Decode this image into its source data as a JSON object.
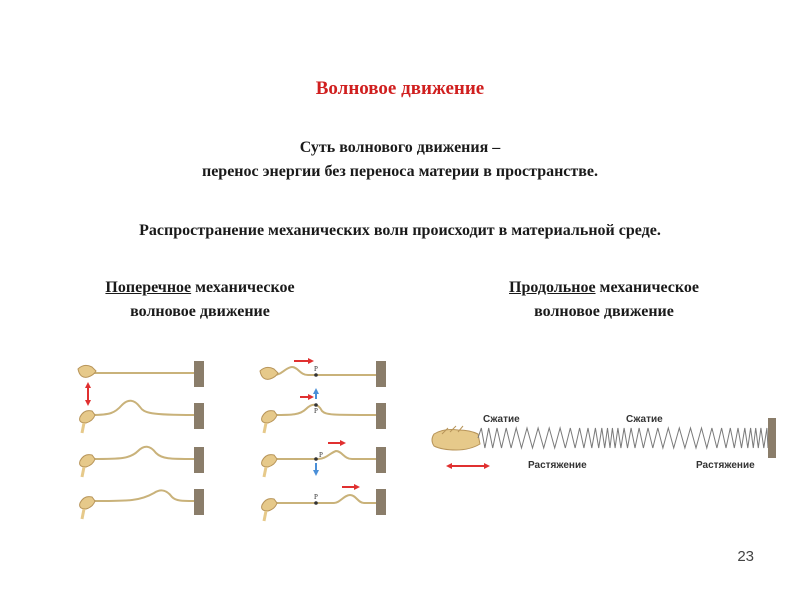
{
  "title": "Волновое движение",
  "essence": {
    "line1": "Суть волнового движения –",
    "line2": "перенос энергии без переноса материи в пространстве."
  },
  "media_statement": "Распространение механических волн происходит в материальной среде.",
  "transverse": {
    "underlined": "Поперечное",
    "rest_line1": " механическое",
    "line2": "волновое движение"
  },
  "longitudinal": {
    "underlined": "Продольное",
    "rest_line1": " механическое",
    "line2": "волновое движение",
    "labels": {
      "compression_1": "Сжатие",
      "compression_2": "Сжатие",
      "rarefaction_1": "Растяжение",
      "rarefaction_2": "Растяжение"
    }
  },
  "point_label": "P",
  "page_number": "23",
  "colors": {
    "title": "#d01f1f",
    "arrow_red": "#e03030",
    "arrow_blue": "#4a8fd8",
    "rope": "#c9b27a",
    "hand": "#e6c98a",
    "wall": "#8a7d6a"
  }
}
